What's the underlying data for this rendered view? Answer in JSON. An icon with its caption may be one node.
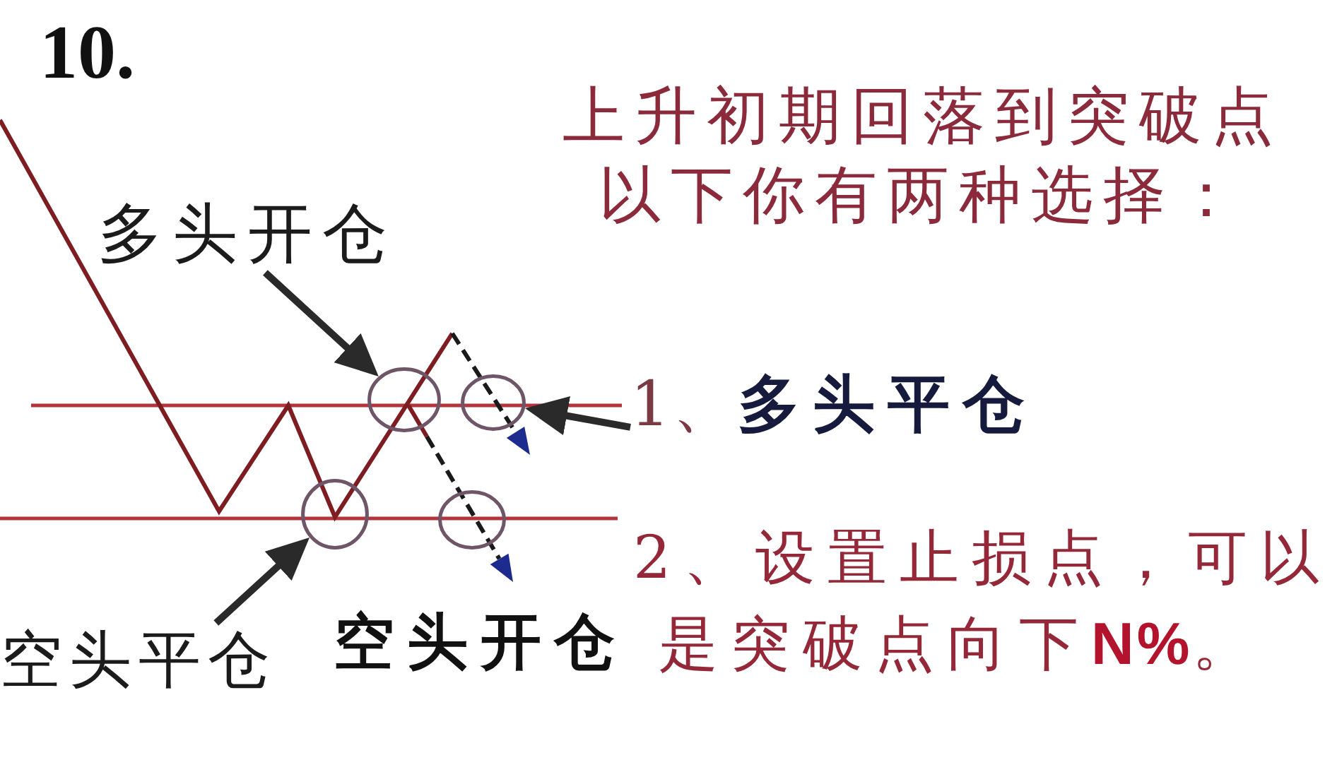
{
  "diagram": {
    "title": "10.",
    "nodes": [
      {
        "text": [
          "多头开仓"
        ]
      },
      {
        "text": [],
        "shape": "circle"
      },
      {
        "text": [
          "1、**多头平仓**"
        ]
      },
      {
        "text": [],
        "shape": "circle"
      },
      {
        "text": [
          "空头平仓"
        ]
      },
      {
        "text": [],
        "shape": "circle"
      },
      {
        "text": [],
        "shape": "circle"
      }
    ],
    "edges": [
      {
        "from": 0,
        "to": 1,
        "arrow": "to"
      },
      {
        "from": 2,
        "to": 3,
        "arrow": "to"
      },
      {
        "from": 4,
        "to": 5,
        "arrow": "to"
      }
    ],
    "labels": [
      "上升初期回落到突破点以下你有两种选择：",
      "2、设置止损点，可以是突破点向下**N%**。",
      "空头开仓"
    ]
  }
}
